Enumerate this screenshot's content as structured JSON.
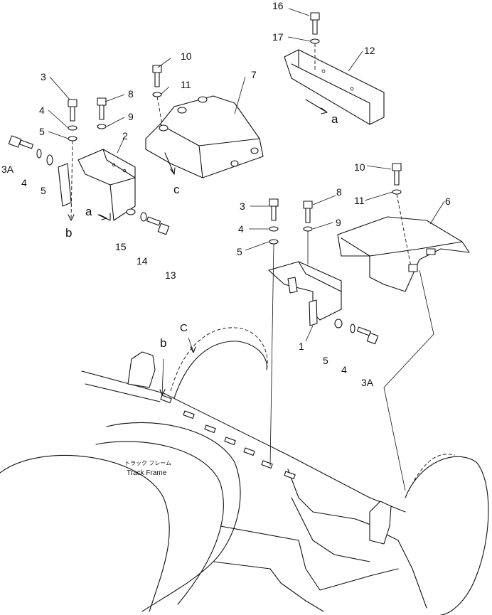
{
  "diagram": {
    "callouts": {
      "p16": "16",
      "p17": "17",
      "p12": "12",
      "p10a": "10",
      "p11a": "11",
      "p7": "7",
      "p3a": "3",
      "p8a": "8",
      "p4a": "4",
      "p9a": "9",
      "p5a": "5",
      "p2": "2",
      "p3A_a": "3A",
      "p4b": "4",
      "p5b": "5",
      "p15": "15",
      "p14": "14",
      "p13": "13",
      "p10b": "10",
      "p11b": "11",
      "p6": "6",
      "p3b": "3",
      "p8b": "8",
      "p4c": "4",
      "p9b": "9",
      "p5c": "5",
      "p1": "1",
      "p5d": "5",
      "p4d": "4",
      "p3A_b": "3A"
    },
    "reference_letters": {
      "a_top": "a",
      "a_left": "a",
      "b_top": "b",
      "b_bottom": "b",
      "c_top": "c",
      "c_bottom": "C"
    },
    "frame_caption": {
      "jp": "トラック フレーム",
      "en": "Track Frame"
    }
  }
}
